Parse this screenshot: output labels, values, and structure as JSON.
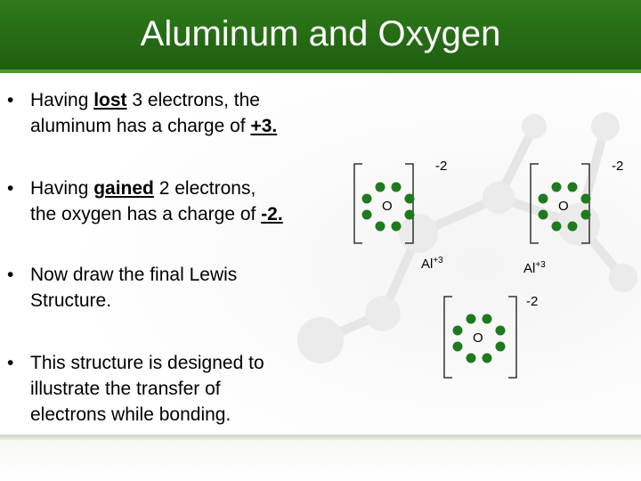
{
  "title": "Aluminum and Oxygen",
  "bullets": [
    {
      "pre": "Having ",
      "em": "lost",
      "mid": " 3 electrons, the",
      "line2": "aluminum has a charge of ",
      "charge": "+3."
    },
    {
      "pre": "Having ",
      "em": "gained",
      "mid": " 2 electrons,",
      "line2": "the oxygen has a charge of ",
      "charge": "-2."
    },
    {
      "line1": "Now draw the final Lewis",
      "line2": "Structure."
    },
    {
      "line1": "This structure is designed to",
      "line2": "illustrate the transfer of",
      "line3": "electrons while bonding."
    }
  ],
  "bullet_glyph": "•",
  "diagram": {
    "oxygen_ions": [
      {
        "symbol": "O",
        "charge": "-2"
      },
      {
        "symbol": "O",
        "charge": "-2"
      },
      {
        "symbol": "O",
        "charge": "-2"
      }
    ],
    "aluminum_ions": [
      {
        "symbol": "Al",
        "charge": "+3"
      },
      {
        "symbol": "Al",
        "charge": "+3"
      }
    ],
    "electron_color": "#1e7a1e"
  },
  "colors": {
    "header": "#2a7018",
    "accent": "#4a9a2a"
  }
}
